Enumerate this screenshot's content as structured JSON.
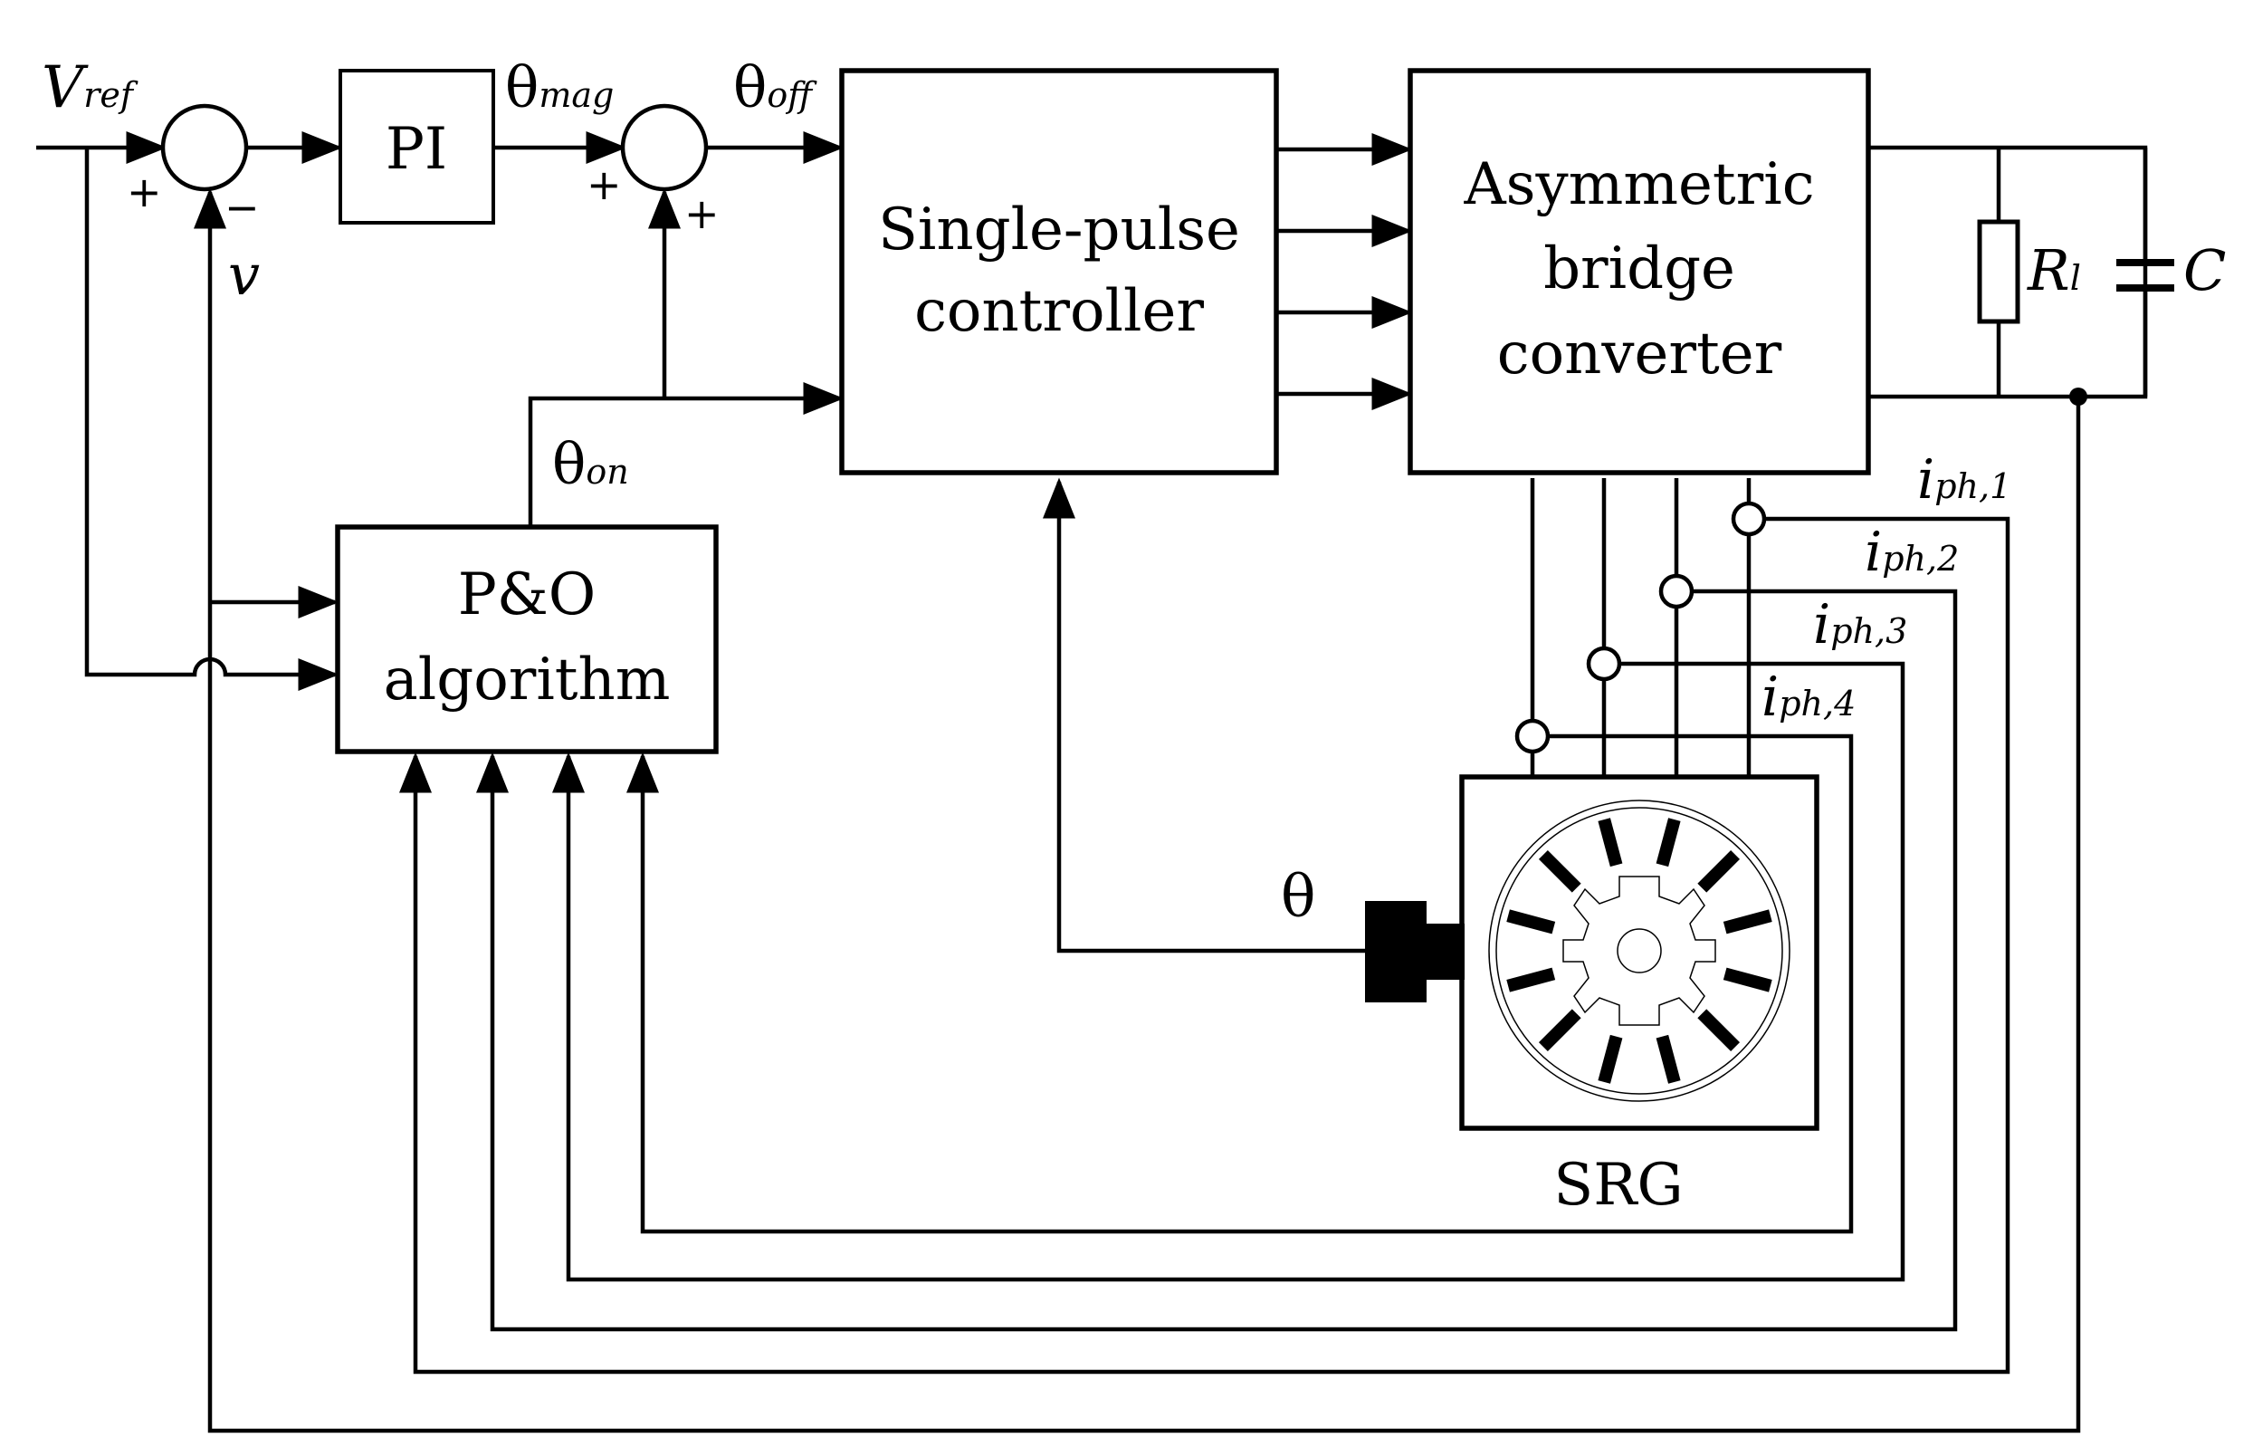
{
  "diagram": {
    "blocks": {
      "pi": "PI",
      "controller_line1": "Single-pulse",
      "controller_line2": "controller",
      "converter_line1": "Asymmetric",
      "converter_line2": "bridge",
      "converter_line3": "converter",
      "po_line1": "P&O",
      "po_line2": "algorithm",
      "srg": "SRG"
    },
    "signals": {
      "vref_main": "V",
      "vref_sub": "ref",
      "theta": "θ",
      "theta_mag_sub": "mag",
      "theta_off_sub": "off",
      "theta_on_sub": "on",
      "speed": "v",
      "rl_main": "R",
      "rl_sub": "l",
      "capacitor": "C",
      "current_main": "i",
      "iph1_sub": "ph,1",
      "iph2_sub": "ph,2",
      "iph3_sub": "ph,3",
      "iph4_sub": "ph,4"
    },
    "signs": {
      "plus": "+",
      "minus": "−"
    }
  }
}
